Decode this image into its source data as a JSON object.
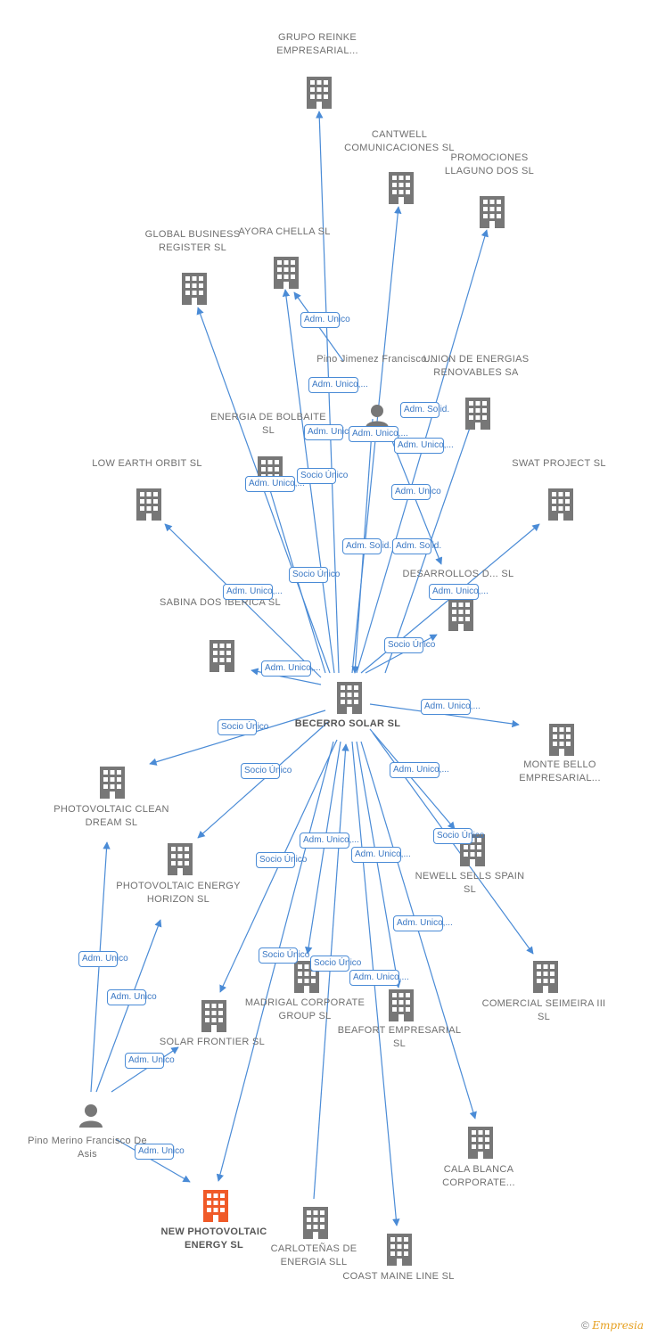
{
  "nodes": {
    "grupo_reinke": "GRUPO REINKE EMPRESARIAL...",
    "cantwell": "CANTWELL COMUNICACIONES SL",
    "promociones_llaguno": "PROMOCIONES LLAGUNO DOS SL",
    "global_business": "GLOBAL BUSINESS REGISTER SL",
    "ayora_chella": "AYORA CHELLA SL",
    "pino_jimenez": "Pino Jimenez Francisco...",
    "union_energias": "UNION DE ENERGIAS RENOVABLES SA",
    "energia_bolbaite": "ENERGIA DE BOLBAITE SL",
    "low_earth": "LOW EARTH ORBIT SL",
    "swat_project": "SWAT PROJECT SL",
    "desarrollos": "DESARROLLOS D... SL",
    "sabina_dos": "SABINA DOS IBERICA SL",
    "becerro_solar": "BECERRO SOLAR SL",
    "monte_bello": "MONTE BELLO EMPRESARIAL...",
    "photovoltaic_clean": "PHOTOVOLTAIC CLEAN DREAM SL",
    "photovoltaic_energy_horizon": "PHOTOVOLTAIC ENERGY HORIZON SL",
    "newell_sells": "NEWELL SELLS SPAIN SL",
    "comercial_seimeira": "COMERCIAL SEIMEIRA III SL",
    "solar_frontier": "SOLAR FRONTIER SL",
    "madrigal": "MADRIGAL CORPORATE GROUP SL",
    "beafort": "BEAFORT EMPRESARIAL SL",
    "pino_merino": "Pino Merino Francisco De Asis",
    "cala_blanca": "CALA BLANCA CORPORATE...",
    "new_photovoltaic": "NEW PHOTOVOLTAIC ENERGY SL",
    "carlotenas": "CARLOTEÑAS DE ENERGIA SLL",
    "coast_maine": "COAST MAINE LINE SL"
  },
  "edge_labels": {
    "e1": "Adm. Unico",
    "e2": "Adm. Unico,...",
    "e3": "Adm. Solid.",
    "e4": "Adm. Unico",
    "e5": "Adm. Unico,...",
    "e6": "Adm. Unico,...",
    "e7": "Socio Único",
    "e8": "Adm. Unico,...",
    "e9": "Adm. Unico",
    "e10": "Socio Único",
    "e11": "Adm. Solid.",
    "e12": "Adm. Solid.",
    "e13": "Adm. Unico,...",
    "e14": "Adm. Unico,...",
    "e15": "Socio Único",
    "e16": "Adm. Unico,...",
    "e17": "Adm. Unico,...",
    "e18": "Socio Único",
    "e19": "Socio Único",
    "e20": "Adm. Unico,...",
    "e21": "Socio Único",
    "e22": "Adm. Unico,...",
    "e23": "Adm. Unico,...",
    "e24": "Socio Único",
    "e25": "Adm. Unico,...",
    "e26": "Socio Único",
    "e27": "Socio Único",
    "e28": "Adm. Unico,...",
    "e29": "Adm. Unico",
    "e30": "Adm. Unico",
    "e31": "Adm. Unico",
    "e32": "Adm. Unico"
  },
  "footer": {
    "copyright_symbol": "©",
    "brand": "Empresia"
  },
  "colors": {
    "edge": "#4a8bd6",
    "building": "#777777",
    "highlight_building": "#f05a28",
    "person": "#777777"
  }
}
